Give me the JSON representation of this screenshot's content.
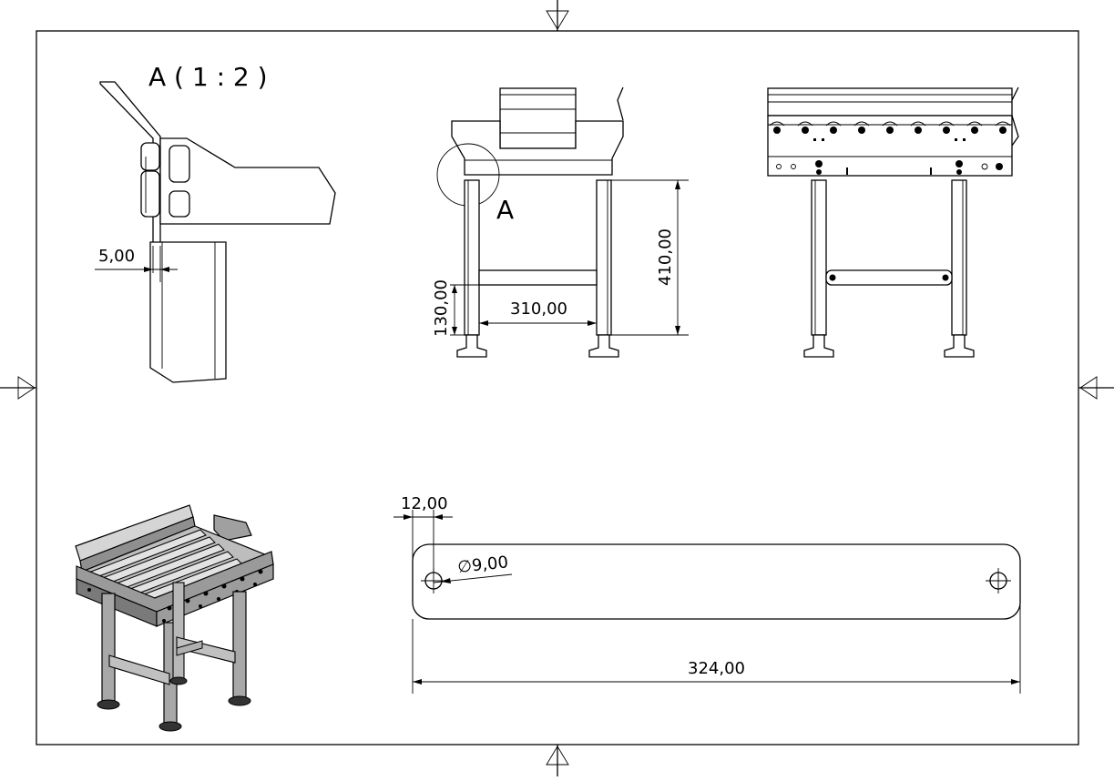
{
  "drawing": {
    "detail_view": {
      "title": "A ( 1 : 2 )",
      "dimension": "5,00"
    },
    "front_view": {
      "detail_marker": "A",
      "dim_height": "410,00",
      "dim_low_bar": "130,00",
      "dim_inner_width": "310,00"
    },
    "bar_view": {
      "dim_hole_offset": "12,00",
      "dim_hole_diameter": "∅9,00",
      "dim_length": "324,00"
    }
  }
}
